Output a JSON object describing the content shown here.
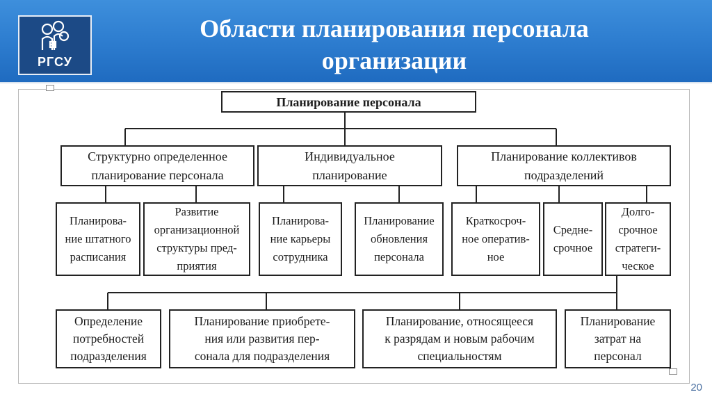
{
  "header": {
    "logo_text": "РГСУ",
    "title_line1": "Области планирования персонала",
    "title_line2": "организации",
    "brand_color": "#2f7fd1"
  },
  "diagram": {
    "root": "Планирование персонала",
    "level1": [
      {
        "line1": "Структурно определенное",
        "line2": "планирование персонала"
      },
      {
        "line1": "Индивидуальное",
        "line2": "планирование"
      },
      {
        "line1": "Планирование  коллективов",
        "line2": "подразделений"
      }
    ],
    "level2": [
      {
        "lines": [
          "Планирова-",
          "ние штатного",
          "расписания"
        ]
      },
      {
        "lines": [
          "Развитие",
          "организационной",
          "структуры пред-",
          "приятия"
        ]
      },
      {
        "lines": [
          "Планирова-",
          "ние карьеры",
          "сотрудника"
        ]
      },
      {
        "lines": [
          "Планирование",
          "обновления",
          "персонала"
        ]
      },
      {
        "lines": [
          "Краткосроч-",
          "ное оператив-",
          "ное"
        ]
      },
      {
        "lines": [
          "Средне-",
          "срочное"
        ]
      },
      {
        "lines": [
          "Долго-",
          "срочное",
          "стратеги-",
          "ческое"
        ]
      }
    ],
    "level3": [
      {
        "lines": [
          "Определение",
          "потребностей",
          "подразделения"
        ]
      },
      {
        "lines": [
          "Планирование приобрете-",
          "ния или развития пер-",
          "сонала для подразделения"
        ]
      },
      {
        "lines": [
          "Планирование, относящееся",
          "к разрядам и новым рабочим",
          "специальностям"
        ]
      },
      {
        "lines": [
          "Планирование",
          "затрат на",
          "персонал"
        ]
      }
    ]
  },
  "page_number": "20"
}
